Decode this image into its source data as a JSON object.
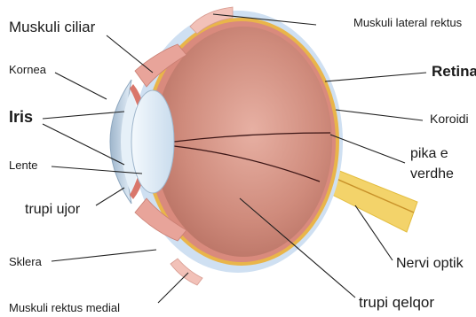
{
  "labels": {
    "muskuli_ciliar": "Muskuli ciliar",
    "kornea": "Kornea",
    "iris": "Iris",
    "lente": "Lente",
    "trupi_ujor": "trupi ujor",
    "sklera": "Sklera",
    "muskuli_rektus_medial": "Muskuli rektus medial",
    "muskuli_lateral_rektus": "Muskuli lateral rektus",
    "retina": "Retina",
    "koroidi": "Koroidi",
    "pika_e": "pika e",
    "verdhe": "verdhe",
    "nervi_optik": "Nervi optik",
    "trupi_qelqor": "trupi qelqor"
  },
  "colors": {
    "sclera": "#cfe0f2",
    "retina_band": "#e9b54a",
    "choroid": "#d98a7d",
    "vitreous": "#c98273",
    "lens": "#d9e8f3",
    "cornea": "#b6c9dc",
    "muscle": "#f2c1b8",
    "optic_nerve": "#f3d36a"
  }
}
